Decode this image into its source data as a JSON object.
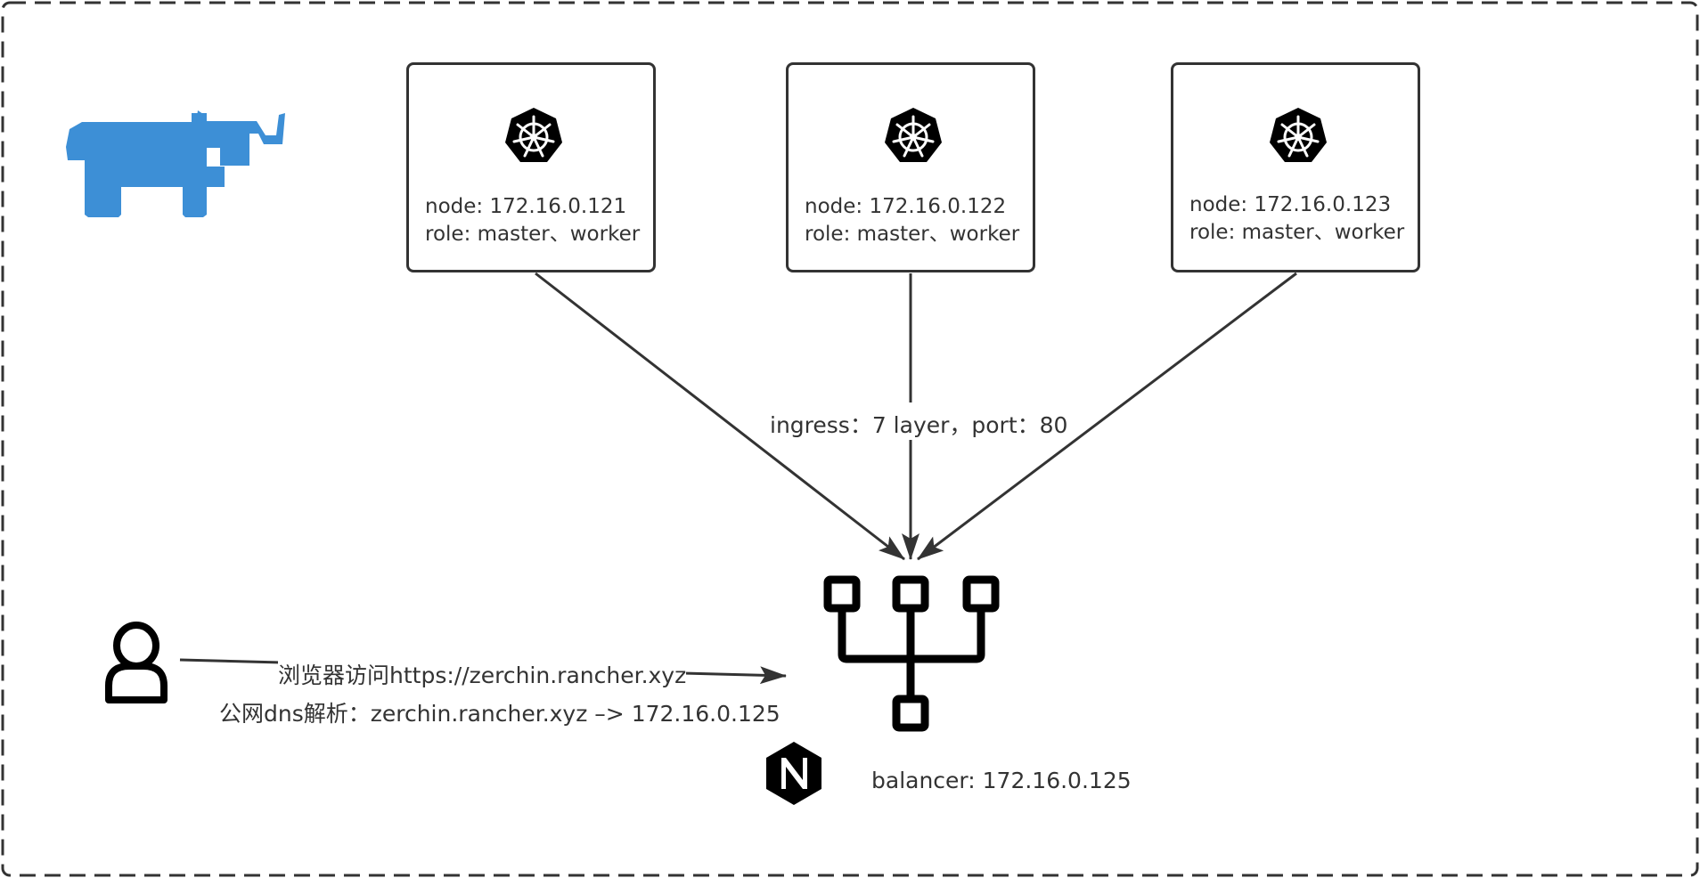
{
  "nodes": [
    {
      "node": "node: 172.16.0.121",
      "role": "role: master、worker"
    },
    {
      "node": "node: 172.16.0.122",
      "role": "role: master、worker"
    },
    {
      "node": "node: 172.16.0.123",
      "role": "role: master、worker"
    }
  ],
  "ingress_label": "ingress：7 layer，port：80",
  "user_access_label": "浏览器访问https://zerchin.rancher.xyz",
  "dns_label": "公网dns解析：zerchin.rancher.xyz –> 172.16.0.125",
  "balancer_label": "balancer: 172.16.0.125",
  "icons": {
    "logo": "rancher-logo-icon",
    "node": "kubernetes-icon",
    "load_balancer": "load-balancer-icon",
    "nginx": "nginx-icon",
    "user": "user-icon"
  },
  "colors": {
    "rancher_blue": "#3d8fd6",
    "line": "#333333",
    "border_dash": "#333333"
  }
}
